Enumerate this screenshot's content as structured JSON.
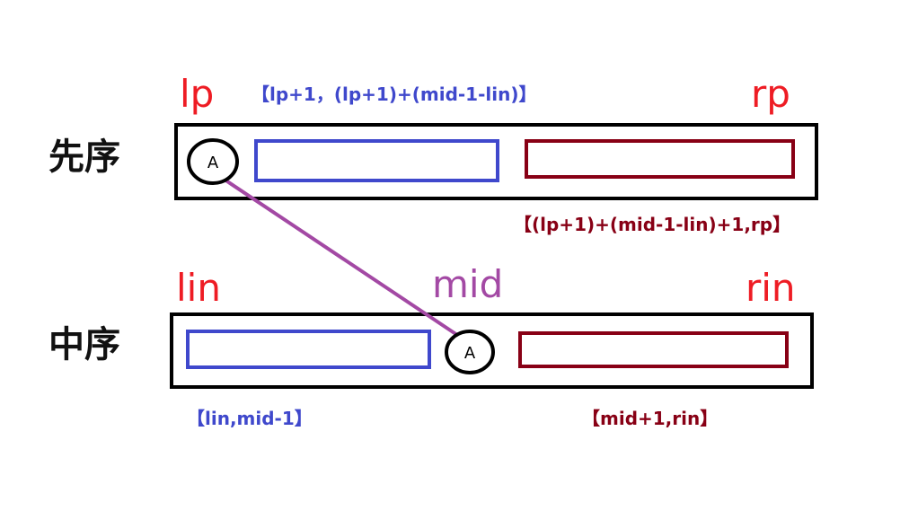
{
  "colors": {
    "pointer": "#ee1c24",
    "mid": "#a349a4",
    "left_subtree": "#3f48cc",
    "right_subtree": "#880015",
    "frame": "#000000"
  },
  "preorder": {
    "row_label": "先序",
    "left_pointer": "lp",
    "right_pointer": "rp",
    "root_node": "A",
    "left_range": "【lp+1，(lp+1)+(mid-1-lin)】",
    "right_range": "【(lp+1)+(mid-1-lin)+1,rp】"
  },
  "inorder": {
    "row_label": "中序",
    "left_pointer": "lin",
    "mid_pointer": "mid",
    "right_pointer": "rin",
    "root_node": "A",
    "left_range": "【lin,mid-1】",
    "right_range": "【mid+1,rin】"
  }
}
